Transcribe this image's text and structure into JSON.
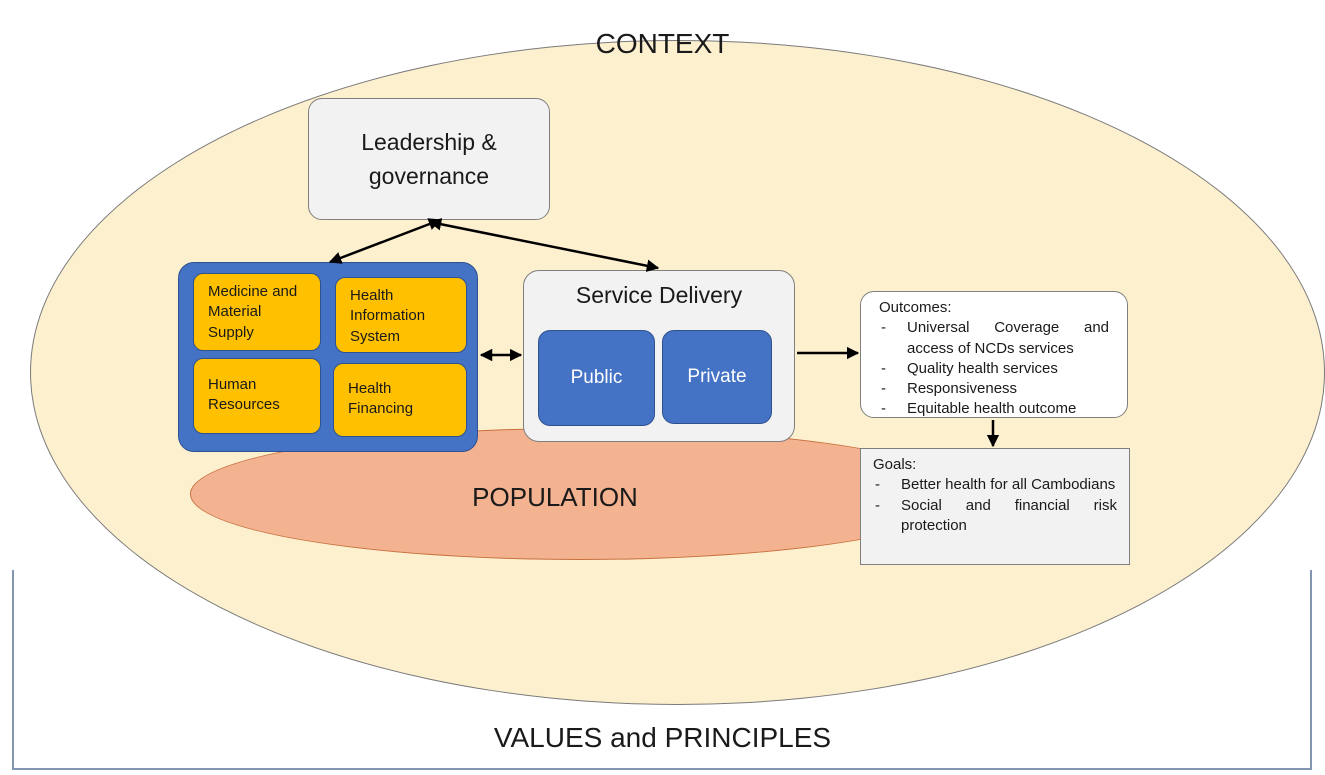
{
  "context": {
    "title": "CONTEXT"
  },
  "values": {
    "title": "VALUES and PRINCIPLES"
  },
  "population": {
    "label": "POPULATION"
  },
  "leadership": {
    "label": "Leadership & governance"
  },
  "building_blocks": {
    "medicine": "Medicine and Material Supply",
    "his": "Health Information System",
    "hr": "Human Resources",
    "financing": "Health Financing"
  },
  "service_delivery": {
    "title": "Service Delivery",
    "public": "Public",
    "private": "Private"
  },
  "outcomes": {
    "header": "Outcomes:",
    "items": [
      "Universal Coverage and access of NCDs services",
      "Quality health services",
      "Responsiveness",
      "Equitable health outcome"
    ]
  },
  "goals": {
    "header": "Goals:",
    "items": [
      "Better health for all Cambodians",
      "Social and financial risk protection"
    ]
  },
  "colors": {
    "context_fill": "#fdf0cf",
    "population_fill": "#f3b290",
    "block_blue": "#4472c4",
    "block_orange": "#ffc000",
    "box_gray": "#f2f2f2"
  }
}
